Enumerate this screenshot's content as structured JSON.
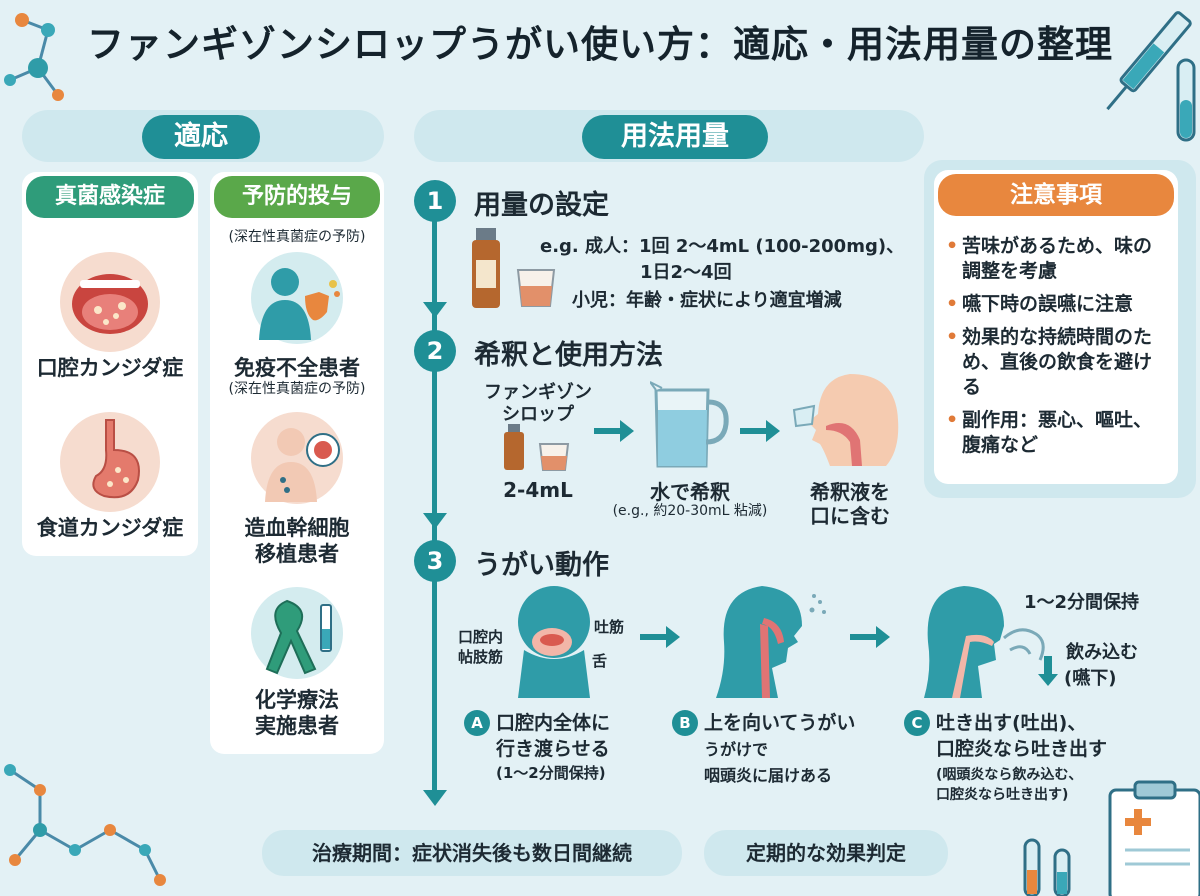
{
  "title": "ファンギゾンシロップうがい使い方：適応・用法用量の整理",
  "indications": {
    "header": "適応",
    "fungal": {
      "header": "真菌感染症",
      "items": [
        "口腔カンジダ症",
        "食道カンジダ症"
      ]
    },
    "prophylaxis": {
      "header": "予防的投与",
      "subnote": "(深在性真菌症の予防)",
      "items": [
        {
          "line1": "免疫不全患者",
          "line2": "(深在性真菌症の予防)"
        },
        {
          "line1": "造血幹細胞",
          "line2": "移植患者"
        },
        {
          "line1": "化学療法",
          "line2": "実施患者"
        }
      ]
    }
  },
  "dosage": {
    "header": "用法用量",
    "step1": {
      "num": "1",
      "title": "用量の設定",
      "line1": "e.g. 成人：1回 2～4mL (100-200mg)、",
      "line2": "1日2～4回",
      "line3": "小児：年齢・症状により適宜増減"
    },
    "step2": {
      "num": "2",
      "title": "希釈と使用方法",
      "drug_name_1": "ファンギゾン",
      "drug_name_2": "シロップ",
      "amount": "2-4mL",
      "dilute": "水で希釈",
      "dilute_note": "(e.g., 約20-30mL 粘減)",
      "hold_1": "希釈液を",
      "hold_2": "口に含む"
    },
    "step3": {
      "num": "3",
      "title": "うがい動作",
      "labels": {
        "mucosa_1": "口腔内",
        "mucosa_2": "帖肢筋",
        "muscle": "吐筋",
        "tongue": "舌"
      },
      "hold_time": "1～2分間保持",
      "swallow_1": "飲み込む",
      "swallow_2": "(嚥下)",
      "a": {
        "letter": "A",
        "line1": "口腔内全体に",
        "line2": "行き渡らせる",
        "line3": "(1～2分間保持)"
      },
      "b": {
        "letter": "B",
        "line1": "上を向いてうがい",
        "line2": "うがけで",
        "line3": "咽頭炎に届けある"
      },
      "c": {
        "letter": "C",
        "line1": "吐き出す(吐出)、",
        "line2": "口腔炎なら吐き出す",
        "line3": "(咽頭炎なら飲み込む、",
        "line4": "口腔炎なら吐き出す)"
      }
    }
  },
  "notes": {
    "header": "注意事項",
    "items": [
      "苦味があるため、味の調整を考慮",
      "嚥下時の誤嚥に注意",
      "効果的な持続時間のため、直後の飲食を避ける",
      "副作用：悪心、嘔吐、腹痛など"
    ]
  },
  "footer": {
    "left": "治療期間：症状消失後も数日間継続",
    "right": "定期的な効果判定"
  },
  "colors": {
    "teal": "#1f8f96",
    "green": "#3aa86b",
    "orange": "#e8873e",
    "light": "#cfe8ee"
  }
}
